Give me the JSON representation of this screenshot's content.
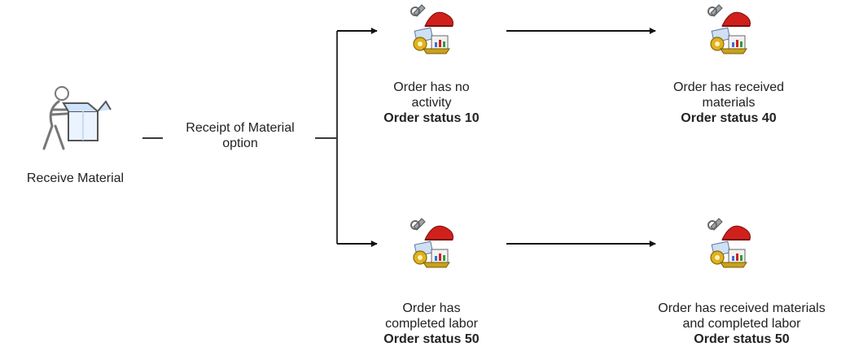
{
  "colors": {
    "line": "#3a3a3a",
    "arrow": "#111111",
    "icon_red": "#d0201c",
    "icon_gold": "#c9a11c"
  },
  "actor": {
    "label": "Receive Material",
    "icon": "person-box-icon"
  },
  "connector": {
    "label_line1": "Receipt of  Material",
    "label_line2": "option"
  },
  "nodes": [
    {
      "icon": "order-icon",
      "line1": "Order has no",
      "line2": "activity",
      "status": "Order status 10"
    },
    {
      "icon": "order-icon",
      "line1": "Order has received",
      "line2": "materials",
      "status": "Order status 40"
    },
    {
      "icon": "order-icon",
      "line1": "Order has",
      "line2": "completed labor",
      "status": "Order status 50"
    },
    {
      "icon": "order-icon",
      "line1": "Order has received materials",
      "line2": "and completed labor",
      "status": "Order status 50"
    }
  ]
}
